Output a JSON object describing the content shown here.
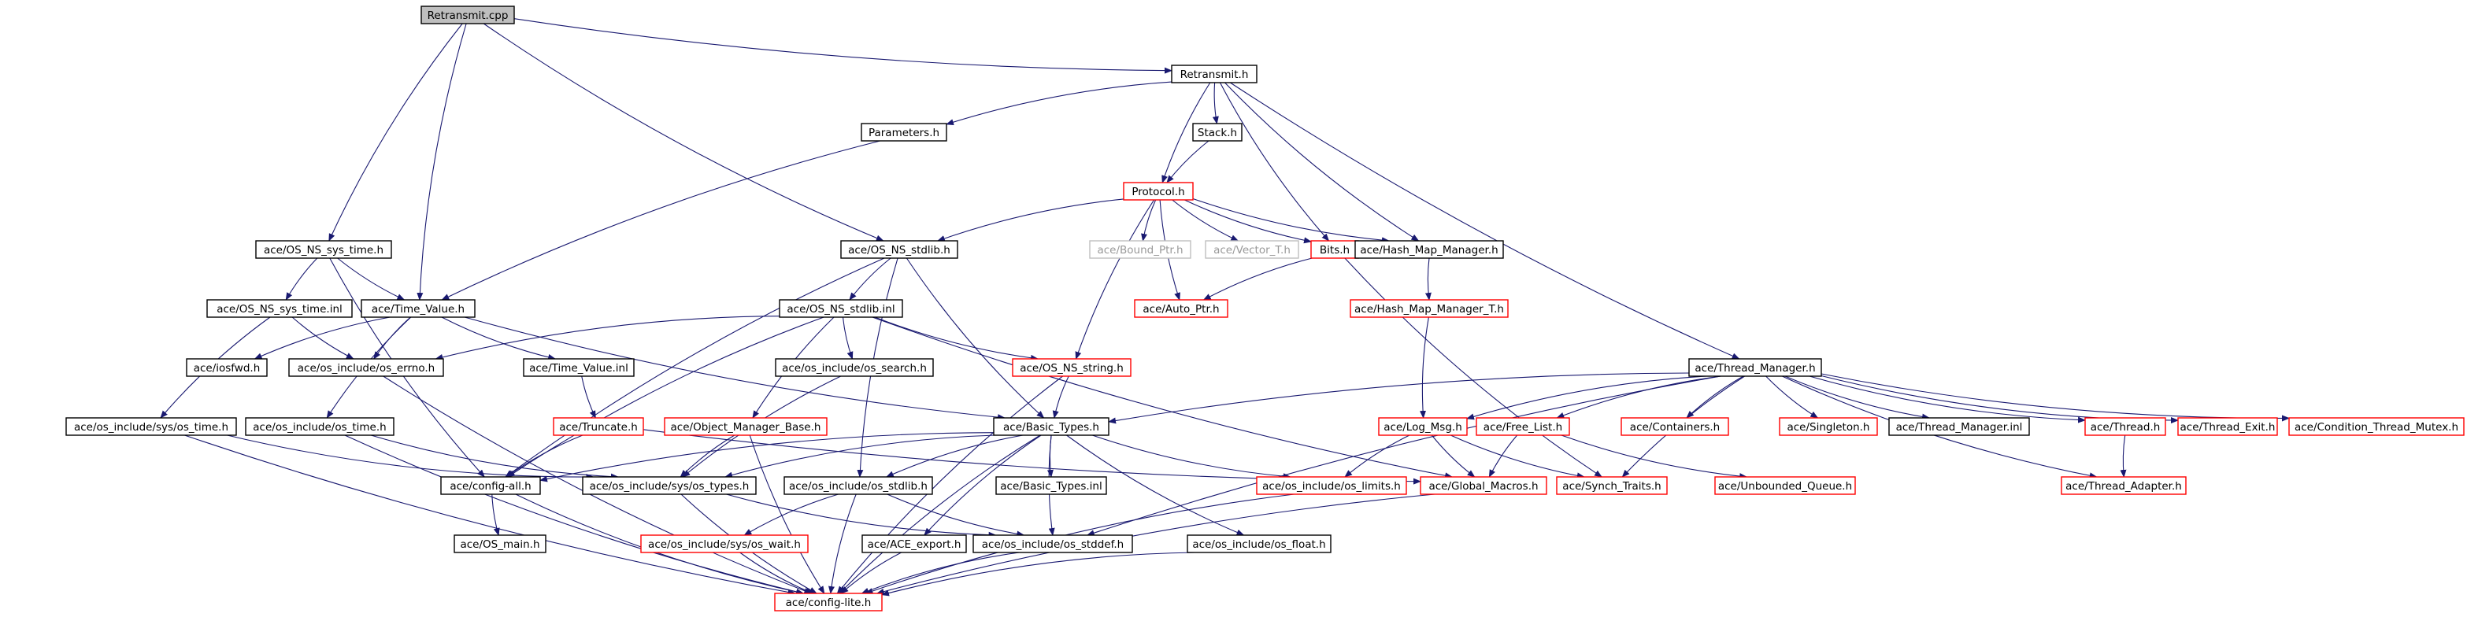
{
  "colors": {
    "edge": "#191970",
    "node_border": "#000000",
    "incomplete_border": "#ff0000",
    "partial_border": "#bfbfbf",
    "root_fill": "#bfbfbf",
    "text": "#000000",
    "partial_text": "#999999"
  },
  "nodes": [
    {
      "id": "retransmit_cpp",
      "label": "Retransmit.cpp",
      "style": "root"
    },
    {
      "id": "retransmit_h",
      "label": "Retransmit.h",
      "style": "normal"
    },
    {
      "id": "parameters_h",
      "label": "Parameters.h",
      "style": "normal"
    },
    {
      "id": "stack_h",
      "label": "Stack.h",
      "style": "normal"
    },
    {
      "id": "protocol_h",
      "label": "Protocol.h",
      "style": "incomplete"
    },
    {
      "id": "os_ns_sys_time_h",
      "label": "ace/OS_NS_sys_time.h",
      "style": "normal"
    },
    {
      "id": "os_ns_stdlib_h",
      "label": "ace/OS_NS_stdlib.h",
      "style": "normal"
    },
    {
      "id": "bound_ptr_h",
      "label": "ace/Bound_Ptr.h",
      "style": "partial"
    },
    {
      "id": "vector_t_h",
      "label": "ace/Vector_T.h",
      "style": "partial"
    },
    {
      "id": "bits_h",
      "label": "Bits.h",
      "style": "incomplete"
    },
    {
      "id": "hash_map_manager_h",
      "label": "ace/Hash_Map_Manager.h",
      "style": "normal"
    },
    {
      "id": "os_ns_sys_time_inl",
      "label": "ace/OS_NS_sys_time.inl",
      "style": "normal"
    },
    {
      "id": "time_value_h",
      "label": "ace/Time_Value.h",
      "style": "normal"
    },
    {
      "id": "os_ns_stdlib_inl",
      "label": "ace/OS_NS_stdlib.inl",
      "style": "normal"
    },
    {
      "id": "auto_ptr_h",
      "label": "ace/Auto_Ptr.h",
      "style": "incomplete"
    },
    {
      "id": "hash_map_manager_t_h",
      "label": "ace/Hash_Map_Manager_T.h",
      "style": "incomplete"
    },
    {
      "id": "iosfwd_h",
      "label": "ace/iosfwd.h",
      "style": "normal"
    },
    {
      "id": "os_errno_h",
      "label": "ace/os_include/os_errno.h",
      "style": "normal"
    },
    {
      "id": "time_value_inl",
      "label": "ace/Time_Value.inl",
      "style": "normal"
    },
    {
      "id": "os_search_h",
      "label": "ace/os_include/os_search.h",
      "style": "normal"
    },
    {
      "id": "os_ns_string_h",
      "label": "ace/OS_NS_string.h",
      "style": "incomplete"
    },
    {
      "id": "thread_manager_h",
      "label": "ace/Thread_Manager.h",
      "style": "normal"
    },
    {
      "id": "sys_os_time_h",
      "label": "ace/os_include/sys/os_time.h",
      "style": "normal"
    },
    {
      "id": "os_time_h",
      "label": "ace/os_include/os_time.h",
      "style": "normal"
    },
    {
      "id": "truncate_h",
      "label": "ace/Truncate.h",
      "style": "incomplete"
    },
    {
      "id": "object_manager_base_h",
      "label": "ace/Object_Manager_Base.h",
      "style": "incomplete"
    },
    {
      "id": "basic_types_h",
      "label": "ace/Basic_Types.h",
      "style": "normal"
    },
    {
      "id": "log_msg_h",
      "label": "ace/Log_Msg.h",
      "style": "incomplete"
    },
    {
      "id": "free_list_h",
      "label": "ace/Free_List.h",
      "style": "incomplete"
    },
    {
      "id": "containers_h",
      "label": "ace/Containers.h",
      "style": "incomplete"
    },
    {
      "id": "singleton_h",
      "label": "ace/Singleton.h",
      "style": "incomplete"
    },
    {
      "id": "thread_manager_inl",
      "label": "ace/Thread_Manager.inl",
      "style": "normal"
    },
    {
      "id": "thread_h",
      "label": "ace/Thread.h",
      "style": "incomplete"
    },
    {
      "id": "thread_exit_h",
      "label": "ace/Thread_Exit.h",
      "style": "incomplete"
    },
    {
      "id": "condition_thread_mutex_h",
      "label": "ace/Condition_Thread_Mutex.h",
      "style": "incomplete"
    },
    {
      "id": "config_all_h",
      "label": "ace/config-all.h",
      "style": "normal"
    },
    {
      "id": "sys_os_types_h",
      "label": "ace/os_include/sys/os_types.h",
      "style": "normal"
    },
    {
      "id": "os_stdlib_h",
      "label": "ace/os_include/os_stdlib.h",
      "style": "normal"
    },
    {
      "id": "basic_types_inl",
      "label": "ace/Basic_Types.inl",
      "style": "normal"
    },
    {
      "id": "os_limits_h",
      "label": "ace/os_include/os_limits.h",
      "style": "incomplete"
    },
    {
      "id": "global_macros_h",
      "label": "ace/Global_Macros.h",
      "style": "incomplete"
    },
    {
      "id": "synch_traits_h",
      "label": "ace/Synch_Traits.h",
      "style": "incomplete"
    },
    {
      "id": "unbounded_queue_h",
      "label": "ace/Unbounded_Queue.h",
      "style": "incomplete"
    },
    {
      "id": "thread_adapter_h",
      "label": "ace/Thread_Adapter.h",
      "style": "incomplete"
    },
    {
      "id": "os_main_h",
      "label": "ace/OS_main.h",
      "style": "normal"
    },
    {
      "id": "sys_os_wait_h",
      "label": "ace/os_include/sys/os_wait.h",
      "style": "incomplete"
    },
    {
      "id": "ace_export_h",
      "label": "ace/ACE_export.h",
      "style": "normal"
    },
    {
      "id": "os_stddef_h",
      "label": "ace/os_include/os_stddef.h",
      "style": "normal"
    },
    {
      "id": "os_float_h",
      "label": "ace/os_include/os_float.h",
      "style": "normal"
    },
    {
      "id": "config_lite_h",
      "label": "ace/config-lite.h",
      "style": "incomplete"
    }
  ],
  "edges": [
    [
      "retransmit_cpp",
      "retransmit_h"
    ],
    [
      "retransmit_cpp",
      "os_ns_sys_time_h"
    ],
    [
      "retransmit_cpp",
      "time_value_h"
    ],
    [
      "retransmit_cpp",
      "os_ns_stdlib_h"
    ],
    [
      "retransmit_h",
      "parameters_h"
    ],
    [
      "retransmit_h",
      "stack_h"
    ],
    [
      "retransmit_h",
      "protocol_h"
    ],
    [
      "retransmit_h",
      "bits_h"
    ],
    [
      "retransmit_h",
      "hash_map_manager_h"
    ],
    [
      "retransmit_h",
      "thread_manager_h"
    ],
    [
      "parameters_h",
      "time_value_h"
    ],
    [
      "stack_h",
      "protocol_h"
    ],
    [
      "protocol_h",
      "os_ns_stdlib_h"
    ],
    [
      "protocol_h",
      "bound_ptr_h"
    ],
    [
      "protocol_h",
      "vector_t_h"
    ],
    [
      "protocol_h",
      "bits_h"
    ],
    [
      "protocol_h",
      "hash_map_manager_h"
    ],
    [
      "protocol_h",
      "auto_ptr_h"
    ],
    [
      "protocol_h",
      "os_ns_string_h"
    ],
    [
      "bits_h",
      "auto_ptr_h"
    ],
    [
      "bits_h",
      "synch_traits_h"
    ],
    [
      "hash_map_manager_h",
      "hash_map_manager_t_h"
    ],
    [
      "hash_map_manager_t_h",
      "log_msg_h"
    ],
    [
      "os_ns_sys_time_h",
      "os_ns_sys_time_inl"
    ],
    [
      "os_ns_sys_time_h",
      "time_value_h"
    ],
    [
      "os_ns_sys_time_h",
      "config_all_h"
    ],
    [
      "os_ns_sys_time_inl",
      "os_errno_h"
    ],
    [
      "os_ns_sys_time_inl",
      "sys_os_time_h"
    ],
    [
      "time_value_h",
      "iosfwd_h"
    ],
    [
      "time_value_h",
      "os_errno_h"
    ],
    [
      "time_value_h",
      "time_value_inl"
    ],
    [
      "time_value_h",
      "os_time_h"
    ],
    [
      "time_value_h",
      "basic_types_h"
    ],
    [
      "os_ns_stdlib_h",
      "os_ns_stdlib_inl"
    ],
    [
      "os_ns_stdlib_h",
      "config_all_h"
    ],
    [
      "os_ns_stdlib_h",
      "os_stdlib_h"
    ],
    [
      "os_ns_stdlib_h",
      "basic_types_h"
    ],
    [
      "os_ns_stdlib_inl",
      "os_errno_h"
    ],
    [
      "os_ns_stdlib_inl",
      "os_search_h"
    ],
    [
      "os_ns_stdlib_inl",
      "os_ns_string_h"
    ],
    [
      "os_ns_stdlib_inl",
      "object_manager_base_h"
    ],
    [
      "os_ns_stdlib_inl",
      "config_all_h"
    ],
    [
      "os_ns_stdlib_inl",
      "global_macros_h"
    ],
    [
      "os_search_h",
      "sys_os_types_h"
    ],
    [
      "os_ns_string_h",
      "basic_types_h"
    ],
    [
      "os_ns_string_h",
      "config_lite_h"
    ],
    [
      "time_value_inl",
      "truncate_h"
    ],
    [
      "truncate_h",
      "config_all_h"
    ],
    [
      "truncate_h",
      "global_macros_h"
    ],
    [
      "sys_os_time_h",
      "sys_os_types_h"
    ],
    [
      "sys_os_time_h",
      "config_lite_h"
    ],
    [
      "os_time_h",
      "sys_os_types_h"
    ],
    [
      "os_time_h",
      "config_lite_h"
    ],
    [
      "os_errno_h",
      "config_lite_h"
    ],
    [
      "object_manager_base_h",
      "sys_os_types_h"
    ],
    [
      "object_manager_base_h",
      "config_lite_h"
    ],
    [
      "basic_types_h",
      "config_all_h"
    ],
    [
      "basic_types_h",
      "sys_os_types_h"
    ],
    [
      "basic_types_h",
      "os_stdlib_h"
    ],
    [
      "basic_types_h",
      "basic_types_inl"
    ],
    [
      "basic_types_h",
      "os_limits_h"
    ],
    [
      "basic_types_h",
      "ace_export_h"
    ],
    [
      "basic_types_h",
      "os_stddef_h"
    ],
    [
      "basic_types_h",
      "os_float_h"
    ],
    [
      "basic_types_h",
      "config_lite_h"
    ],
    [
      "thread_manager_h",
      "basic_types_h"
    ],
    [
      "thread_manager_h",
      "log_msg_h"
    ],
    [
      "thread_manager_h",
      "free_list_h"
    ],
    [
      "thread_manager_h",
      "containers_h"
    ],
    [
      "thread_manager_h",
      "singleton_h"
    ],
    [
      "thread_manager_h",
      "thread_manager_inl"
    ],
    [
      "thread_manager_h",
      "thread_h"
    ],
    [
      "thread_manager_h",
      "thread_exit_h"
    ],
    [
      "thread_manager_h",
      "condition_thread_mutex_h"
    ],
    [
      "thread_manager_h",
      "synch_traits_h"
    ],
    [
      "thread_manager_h",
      "thread_adapter_h"
    ],
    [
      "thread_manager_h",
      "os_stddef_h"
    ],
    [
      "log_msg_h",
      "os_limits_h"
    ],
    [
      "log_msg_h",
      "global_macros_h"
    ],
    [
      "log_msg_h",
      "synch_traits_h"
    ],
    [
      "free_list_h",
      "global_macros_h"
    ],
    [
      "free_list_h",
      "unbounded_queue_h"
    ],
    [
      "thread_h",
      "thread_adapter_h"
    ],
    [
      "config_all_h",
      "os_main_h"
    ],
    [
      "config_all_h",
      "config_lite_h"
    ],
    [
      "sys_os_types_h",
      "os_stddef_h"
    ],
    [
      "sys_os_types_h",
      "config_lite_h"
    ],
    [
      "os_stdlib_h",
      "sys_os_wait_h"
    ],
    [
      "os_stdlib_h",
      "os_stddef_h"
    ],
    [
      "os_stdlib_h",
      "config_lite_h"
    ],
    [
      "sys_os_wait_h",
      "config_lite_h"
    ],
    [
      "ace_export_h",
      "config_lite_h"
    ],
    [
      "os_stddef_h",
      "config_lite_h"
    ],
    [
      "os_float_h",
      "config_lite_h"
    ],
    [
      "os_limits_h",
      "config_lite_h"
    ],
    [
      "global_macros_h",
      "config_lite_h"
    ]
  ]
}
